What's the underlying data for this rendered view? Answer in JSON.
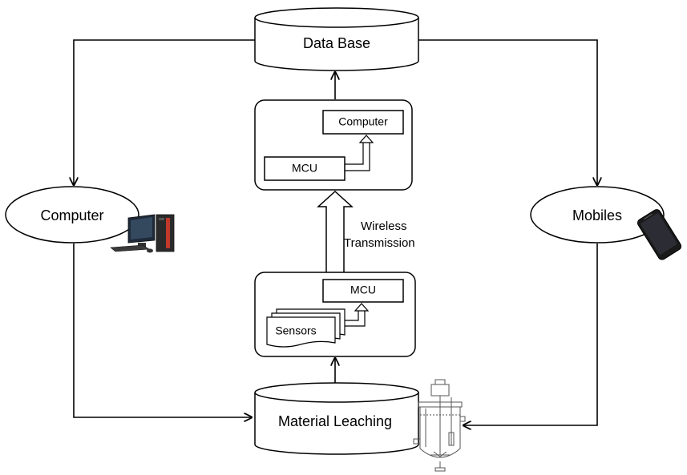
{
  "nodes": {
    "database": "Data Base",
    "computer_box": "Computer",
    "mcu_top": "MCU",
    "wireless_line1": "Wireless",
    "wireless_line2": "Transmission",
    "mcu_bottom": "MCU",
    "sensors": "Sensors",
    "computer_node": "Computer",
    "mobiles_node": "Mobiles",
    "material_leaching": "Material Leaching"
  },
  "icons": {
    "desktop": "desktop-computer-icon",
    "phone": "smartphone-icon",
    "reactor": "leaching-reactor-icon"
  },
  "colors": {
    "line": "#000000",
    "fill": "#ffffff",
    "pc_tower_accent": "#c0392b"
  }
}
